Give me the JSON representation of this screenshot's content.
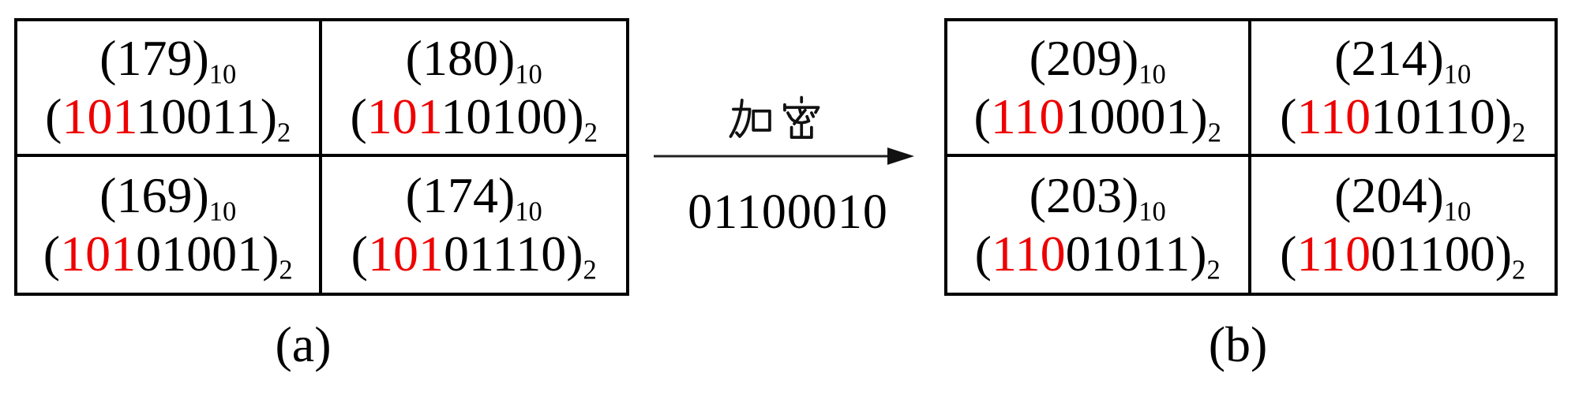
{
  "colors": {
    "highlight_red": "#ee0000",
    "border_black": "#000000",
    "background": "#ffffff"
  },
  "left_table": {
    "caption": "(a)",
    "cells": [
      {
        "dec": "(179)",
        "dec_sub": "10",
        "bin_open": "(",
        "bin_red": "101",
        "bin_black": "10011",
        "bin_close": ")",
        "bin_sub": "2"
      },
      {
        "dec": "(180)",
        "dec_sub": "10",
        "bin_open": "(",
        "bin_red": "101",
        "bin_black": "10100",
        "bin_close": ")",
        "bin_sub": "2"
      },
      {
        "dec": "(169)",
        "dec_sub": "10",
        "bin_open": "(",
        "bin_red": "101",
        "bin_black": "01001",
        "bin_close": ")",
        "bin_sub": "2"
      },
      {
        "dec": "(174)",
        "dec_sub": "10",
        "bin_open": "(",
        "bin_red": "101",
        "bin_black": "01110",
        "bin_close": ")",
        "bin_sub": "2"
      }
    ]
  },
  "right_table": {
    "caption": "(b)",
    "cells": [
      {
        "dec": "(209)",
        "dec_sub": "10",
        "bin_open": "(",
        "bin_red": "110",
        "bin_black": "10001",
        "bin_close": ")",
        "bin_sub": "2"
      },
      {
        "dec": "(214)",
        "dec_sub": "10",
        "bin_open": "(",
        "bin_red": "110",
        "bin_black": "10110",
        "bin_close": ")",
        "bin_sub": "2"
      },
      {
        "dec": "(203)",
        "dec_sub": "10",
        "bin_open": "(",
        "bin_red": "110",
        "bin_black": "01011",
        "bin_close": ")",
        "bin_sub": "2"
      },
      {
        "dec": "(204)",
        "dec_sub": "10",
        "bin_open": "(",
        "bin_red": "110",
        "bin_black": "01100",
        "bin_close": ")",
        "bin_sub": "2"
      }
    ]
  },
  "process": {
    "label": "加密",
    "key": "01100010"
  }
}
